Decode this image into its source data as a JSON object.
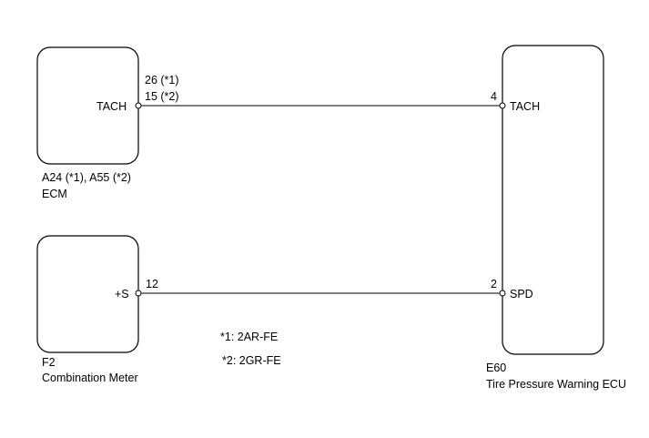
{
  "colors": {
    "line": "#000000",
    "background": "#ffffff"
  },
  "ecm": {
    "pin_label": "TACH",
    "pin_numbers": [
      "26 (*1)",
      "15 (*2)"
    ],
    "connector": "A24 (*1), A55 (*2)",
    "name": "ECM"
  },
  "meter": {
    "pin_label": "+S",
    "pin_number": "12",
    "connector": "F2",
    "name": "Combination Meter"
  },
  "tpw_ecu": {
    "tach_pin_number": "4",
    "tach_pin_label": "TACH",
    "spd_pin_number": "2",
    "spd_pin_label": "SPD",
    "connector": "E60",
    "name": "Tire Pressure Warning ECU"
  },
  "notes": [
    "*1: 2AR-FE",
    "*2: 2GR-FE"
  ]
}
